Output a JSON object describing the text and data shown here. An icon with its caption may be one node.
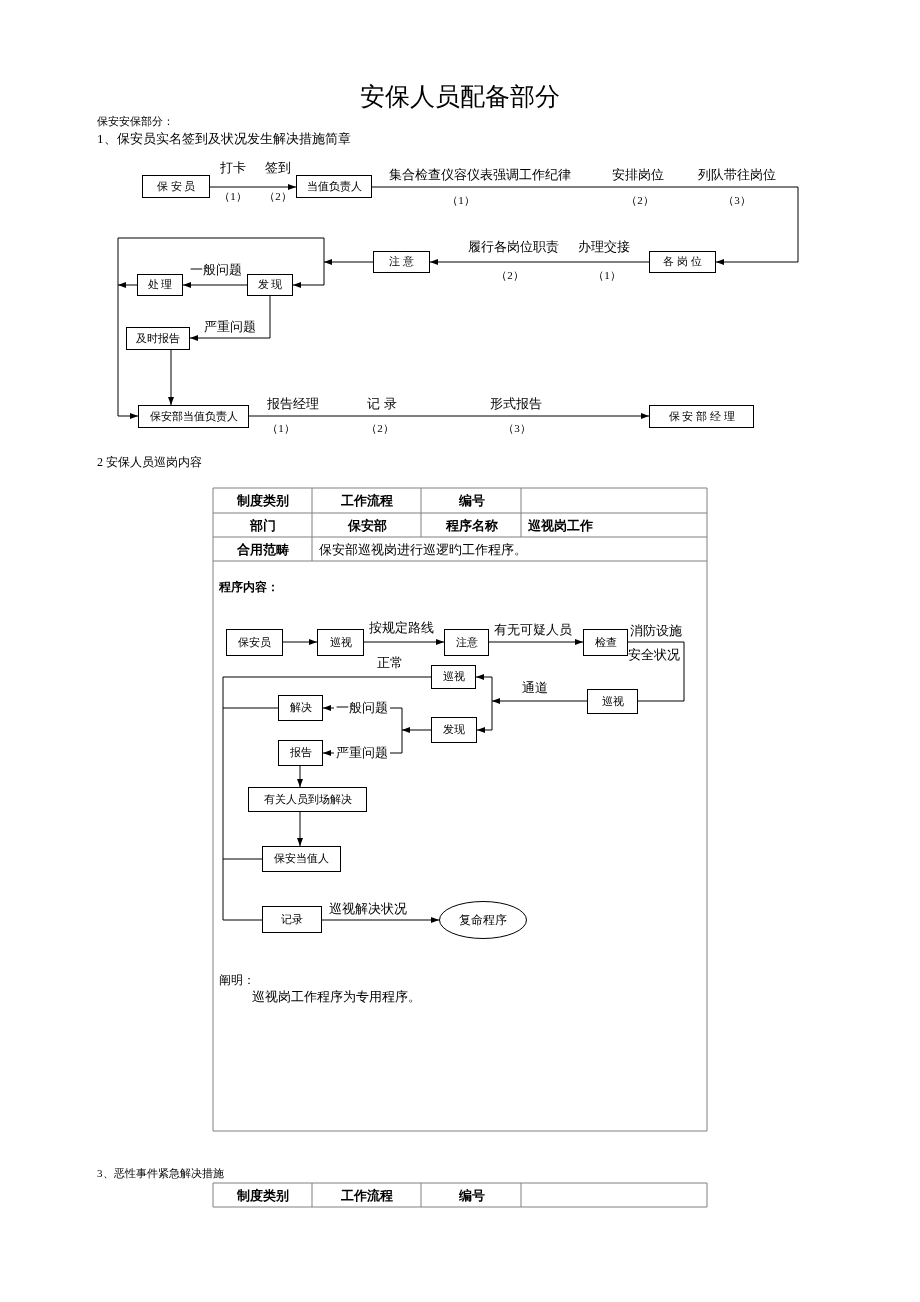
{
  "diagram": {
    "title": "安保人员配备部分",
    "nodes": [
      {
        "text": [
          "保 安 员"
        ]
      },
      {
        "text": [
          "当值负责人"
        ]
      },
      {
        "text": [
          "注 意"
        ]
      },
      {
        "text": [
          "各 岗 位"
        ]
      },
      {
        "text": [
          "处 理"
        ]
      },
      {
        "text": [
          "发 现"
        ]
      },
      {
        "text": [
          "及时报告"
        ]
      },
      {
        "text": [
          "保安部当值负责人"
        ]
      },
      {
        "text": [
          "保 安 部 经 理"
        ]
      },
      {
        "text": [
          "保安员"
        ]
      },
      {
        "text": [
          "巡视"
        ]
      },
      {
        "text": [
          "注意"
        ]
      },
      {
        "text": [
          "检查"
        ]
      },
      {
        "text": [
          "巡视"
        ]
      },
      {
        "text": [
          "巡视"
        ]
      },
      {
        "text": [
          "解决"
        ]
      },
      {
        "text": [
          "发现"
        ]
      },
      {
        "text": [
          "报告"
        ]
      },
      {
        "text": [
          "有关人员到场解决"
        ]
      },
      {
        "text": [
          "保安当值人"
        ]
      },
      {
        "text": [
          "记录"
        ]
      },
      {
        "text": [
          "复命程序"
        ]
      }
    ],
    "edges": [
      {
        "from": 0,
        "to": 1,
        "arrow": "to"
      },
      {
        "from": 1,
        "to": 3,
        "arrow": "to"
      },
      {
        "from": 3,
        "to": 2,
        "arrow": "to"
      },
      {
        "from": 2,
        "to": 5,
        "arrow": "to"
      },
      {
        "from": 2,
        "to": 7,
        "arrow": "to"
      },
      {
        "from": 5,
        "to": 4,
        "arrow": "to",
        "label": "一般问题"
      },
      {
        "from": 5,
        "to": 6,
        "arrow": "to",
        "label": "严重问题"
      },
      {
        "from": 4,
        "to": 7,
        "arrow": "to"
      },
      {
        "from": 6,
        "to": 7,
        "arrow": "to"
      },
      {
        "from": 7,
        "to": 8,
        "arrow": "to"
      },
      {
        "from": 9,
        "to": 10,
        "arrow": "to"
      },
      {
        "from": 10,
        "to": 11,
        "arrow": "to",
        "label": "按规定路线"
      },
      {
        "from": 11,
        "to": 12,
        "arrow": "to",
        "label": "有无可疑人员"
      },
      {
        "from": 12,
        "to": 14,
        "arrow": "none"
      },
      {
        "from": 14,
        "to": 13,
        "arrow": "to",
        "label": "通道"
      },
      {
        "from": 14,
        "to": 16,
        "arrow": "to"
      },
      {
        "from": 16,
        "to": 15,
        "arrow": "to",
        "label": "一般问题"
      },
      {
        "from": 16,
        "to": 17,
        "arrow": "to",
        "label": "严重问题"
      },
      {
        "from": 17,
        "to": 18,
        "arrow": "to"
      },
      {
        "from": 18,
        "to": 19,
        "arrow": "to"
      },
      {
        "from": 13,
        "to": 20,
        "arrow": "none",
        "label": "正常"
      },
      {
        "from": 15,
        "to": 20,
        "arrow": "none"
      },
      {
        "from": 19,
        "to": 20,
        "arrow": "none"
      },
      {
        "from": 20,
        "to": 21,
        "arrow": "to",
        "label": "巡视解决状况"
      }
    ],
    "labels": [
      "保安安保部分：",
      "1、保安员实名签到及状况发生解决措施简章",
      "打卡",
      "签到",
      "（1）",
      "（2）",
      "集合检查仪容仪表强调工作纪律",
      "安排岗位",
      "列队带往岗位",
      "（1）",
      "（2）",
      "（3）",
      "履行各岗位职责",
      "办理交接",
      "（2）",
      "（1）",
      "报告经理",
      "记 录",
      "形式报告",
      "（1）",
      "（2）",
      "（3）",
      "2 安保人员巡岗内容",
      "制度类别",
      "工作流程",
      "编号",
      "部门",
      "保安部",
      "程序名称",
      "巡视岗工作",
      "合用范畴",
      "保安部巡视岗进行巡逻旳工作程序。",
      "程序内容：",
      "消防设施",
      "安全状况",
      "阐明：",
      "巡视岗工作程序为专用程序。",
      "3、恶性事件紧急解决措施",
      "制度类别",
      "工作流程",
      "编号"
    ]
  }
}
